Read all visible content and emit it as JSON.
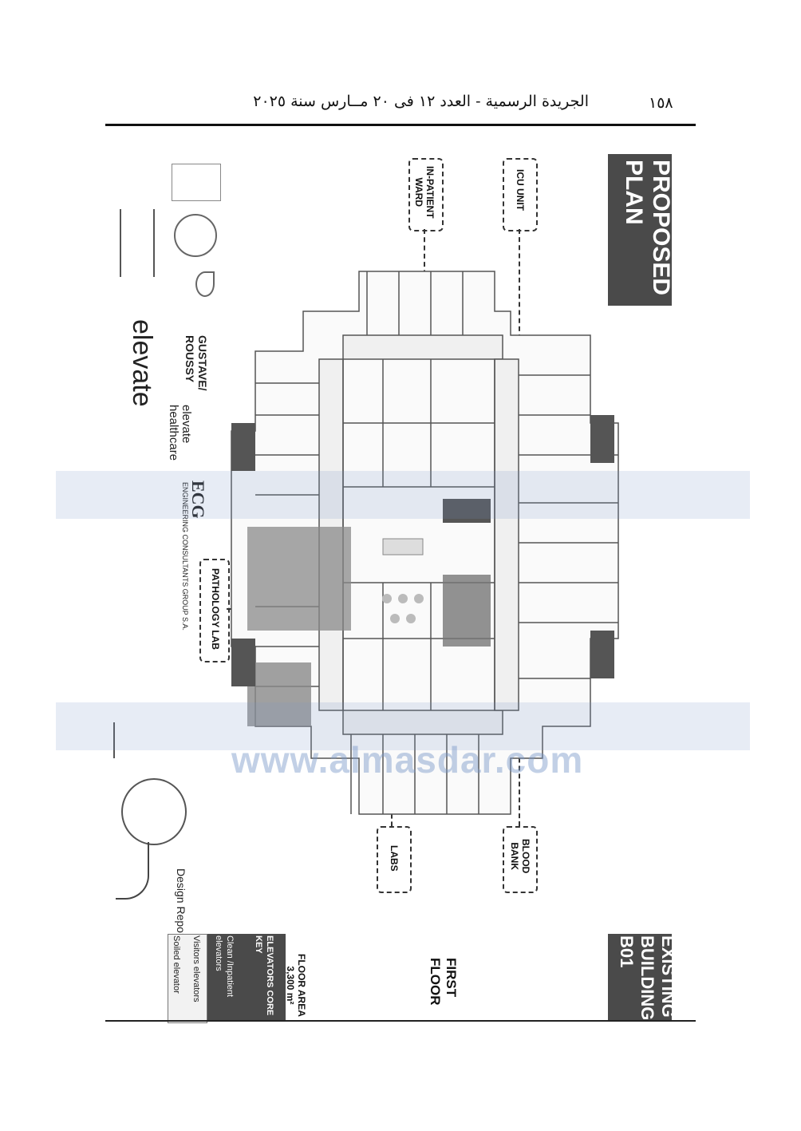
{
  "header": {
    "page_number": "١٥٨",
    "title": "الجريدة الرسمية - العدد ١٢ فى ٢٠ مــارس سنة ٢٠٢٥"
  },
  "plan": {
    "title_line1": "PROPOSED",
    "title_line2": "PLAN",
    "callouts": {
      "inpatient_line1": "IN-PATIENT",
      "inpatient_line2": "WARD",
      "icu": "ICU UNIT",
      "pathology": "PATHOLOGY LAB",
      "labs": "LABS",
      "blood_line1": "BLOOD",
      "blood_line2": "BANK"
    }
  },
  "logos": {
    "gustave_line1": "GUSTAVE/",
    "gustave_line2": "ROUSSY",
    "elevate": "elevate",
    "healthcare": "healthcare",
    "ecg": "ECG",
    "ecg_full": "ENGINEERING CONSULTANTS GROUP S.A."
  },
  "footer": {
    "design_report": "Design Report",
    "existing_line1": "EXISTING",
    "existing_line2": "BUILDING -",
    "existing_line3": "B01",
    "floor_line1": "FIRST",
    "floor_line2": "FLOOR",
    "floor_area_label": "FLOOR AREA",
    "floor_area_value": "3,300 m²",
    "elevators_key_line1": "ELEVATORS CORE",
    "elevators_key_line2": "KEY",
    "legend_clean_line1": "Clean /Inpatient",
    "legend_clean_line2": "elevators",
    "legend_visitors": "Visitors elevators",
    "legend_soiled": "Soiled elevator"
  },
  "watermark": "www.almasdar.com"
}
